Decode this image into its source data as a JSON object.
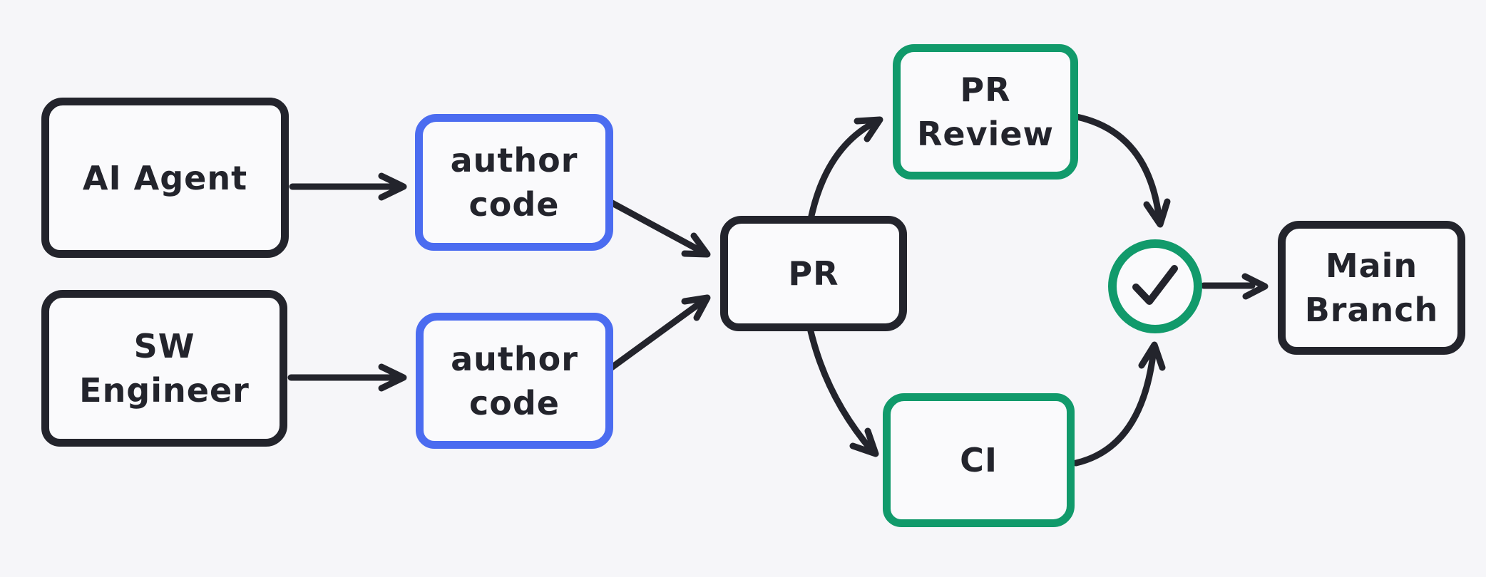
{
  "diagram": {
    "background": "#f6f6f9",
    "palette": {
      "ink": "#23242c",
      "blue_accent": "#4b6cf0",
      "green_accent": "#119a6b"
    },
    "nodes": {
      "ai_agent": {
        "label": "AI Agent",
        "border_color": "#23242c"
      },
      "sw_engineer": {
        "line1": "SW",
        "line2": "Engineer",
        "border_color": "#23242c"
      },
      "author_code_top": {
        "line1": "author",
        "line2": "code",
        "border_color": "#4b6cf0"
      },
      "author_code_bottom": {
        "line1": "author",
        "line2": "code",
        "border_color": "#4b6cf0"
      },
      "pr": {
        "label": "PR",
        "border_color": "#23242c"
      },
      "pr_review": {
        "line1": "PR",
        "line2": "Review",
        "border_color": "#119a6b"
      },
      "ci": {
        "label": "CI",
        "border_color": "#119a6b"
      },
      "approval_check": {
        "icon": "checkmark",
        "border_color": "#119a6b"
      },
      "main_branch": {
        "line1": "Main",
        "line2": "Branch",
        "border_color": "#23242c"
      }
    },
    "edges": [
      {
        "from": "AI Agent",
        "to": "author code (top)"
      },
      {
        "from": "SW Engineer",
        "to": "author code (bottom)"
      },
      {
        "from": "author code (top)",
        "to": "PR"
      },
      {
        "from": "author code (bottom)",
        "to": "PR"
      },
      {
        "from": "PR",
        "to": "PR Review"
      },
      {
        "from": "PR",
        "to": "CI"
      },
      {
        "from": "PR Review",
        "to": "approval check"
      },
      {
        "from": "CI",
        "to": "approval check"
      },
      {
        "from": "approval check",
        "to": "Main Branch"
      }
    ]
  }
}
